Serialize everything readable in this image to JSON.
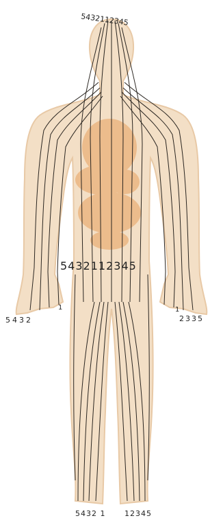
{
  "labels": {
    "head": "5432112345",
    "waist": "5432112345",
    "left_hand": "5432",
    "left_hand_one": "1",
    "right_hand_one": "1",
    "right_hand": "2335",
    "left_foot": "5432 1",
    "right_foot": "12345"
  },
  "colors": {
    "skin": "#f3dfc6",
    "skin_edge": "#e8c9a6",
    "organs": "#e8a05e",
    "lines": "#2a2520"
  }
}
